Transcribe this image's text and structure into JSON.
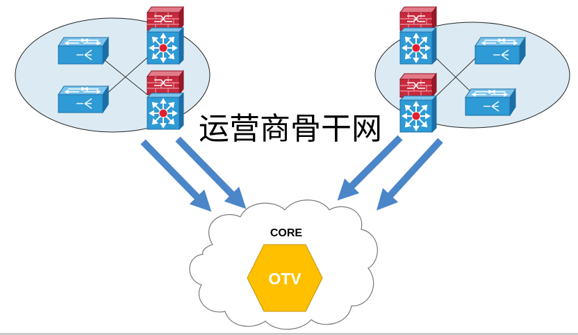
{
  "title": "运营商骨干网",
  "core": {
    "label": "CORE",
    "node_label": "OTV"
  },
  "colors": {
    "site_fill": "#dcebf3",
    "switch_blue": "#2e9ad6",
    "firewall_red": "#c8293c",
    "arrow_blue": "#4a86c8",
    "hexagon_fill": "#ffc000",
    "text_black": "#000000",
    "text_white": "#ffffff"
  },
  "icons": {
    "left_site": [
      "layer2-switch-icon",
      "layer2-switch-icon",
      "firewall-icon",
      "layer3-switch-icon",
      "firewall-icon",
      "layer3-switch-icon"
    ],
    "right_site": [
      "firewall-icon",
      "layer3-switch-icon",
      "firewall-icon",
      "layer3-switch-icon",
      "layer2-switch-icon",
      "layer2-switch-icon"
    ]
  }
}
